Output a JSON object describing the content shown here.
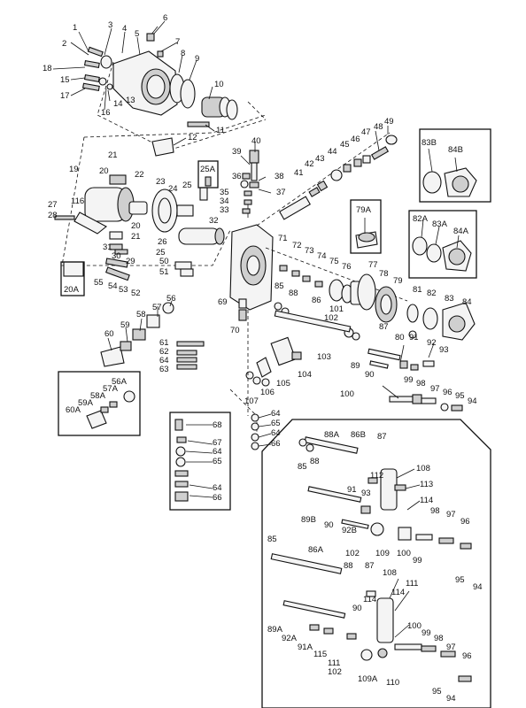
{
  "labels": {
    "l1": "1",
    "l2": "2",
    "l3": "3",
    "l4": "4",
    "l5": "5",
    "l6": "6",
    "l7": "7",
    "l8": "8",
    "l9": "9",
    "l10": "10",
    "l11": "11",
    "l12": "12",
    "l13": "13",
    "l14": "14",
    "l15": "15",
    "l16": "16",
    "l17": "17",
    "l18": "18",
    "l19": "19",
    "l20": "20",
    "l20b": "20",
    "l20A": "20A",
    "l21": "21",
    "l21b": "21",
    "l22": "22",
    "l23": "23",
    "l24": "24",
    "l25": "25",
    "l25b": "25",
    "l25A": "25A",
    "l26": "26",
    "l27": "27",
    "l28": "28",
    "l29": "29",
    "l30": "30",
    "l31": "31",
    "l32": "32",
    "l33": "33",
    "l34": "34",
    "l35": "35",
    "l36": "36",
    "l37": "37",
    "l38": "38",
    "l39": "39",
    "l40": "40",
    "l41": "41",
    "l42": "42",
    "l43": "43",
    "l44": "44",
    "l45": "45",
    "l46": "46",
    "l47": "47",
    "l48": "48",
    "l49": "49",
    "l50": "50",
    "l51": "51",
    "l52": "52",
    "l53": "53",
    "l54": "54",
    "l55": "55",
    "l56": "56",
    "l56A": "56A",
    "l57": "57",
    "l57A": "57A",
    "l58": "58",
    "l58A": "58A",
    "l59": "59",
    "l59A": "59A",
    "l60": "60",
    "l60A": "60A",
    "l61": "61",
    "l62": "62",
    "l63": "63",
    "l64a": "64",
    "l64b": "64",
    "l64c": "64",
    "l64d": "64",
    "l64e": "64",
    "l65a": "65",
    "l65b": "65",
    "l66a": "66",
    "l66b": "66",
    "l67": "67",
    "l68": "68",
    "l69": "69",
    "l70": "70",
    "l71": "71",
    "l72": "72",
    "l73": "73",
    "l74": "74",
    "l75": "75",
    "l76": "76",
    "l77": "77",
    "l78": "78",
    "l79": "79",
    "l79A": "79A",
    "l80": "80",
    "l81": "81",
    "l82": "82",
    "l82A": "82A",
    "l83": "83",
    "l83A": "83A",
    "l83B": "83B",
    "l84": "84",
    "l84A": "84A",
    "l84B": "84B",
    "l85a": "85",
    "l85b": "85",
    "l85c": "85",
    "l86": "86",
    "l86A": "86A",
    "l86B": "86B",
    "l87a": "87",
    "l87b": "87",
    "l87c": "87",
    "l88a": "88",
    "l88b": "88",
    "l88c": "88",
    "l88A": "88A",
    "l89": "89",
    "l89A": "89A",
    "l89B": "89B",
    "l90a": "90",
    "l90b": "90",
    "l90c": "90",
    "l91a": "91",
    "l91b": "91",
    "l91A": "91A",
    "l92": "92",
    "l92A": "92A",
    "l92B": "92B",
    "l93a": "93",
    "l93b": "93",
    "l94a": "94",
    "l94b": "94",
    "l94c": "94",
    "l95a": "95",
    "l95b": "95",
    "l95c": "95",
    "l96a": "96",
    "l96b": "96",
    "l96c": "96",
    "l97a": "97",
    "l97b": "97",
    "l97c": "97",
    "l98a": "98",
    "l98b": "98",
    "l98c": "98",
    "l99a": "99",
    "l99b": "99",
    "l99c": "99",
    "l100a": "100",
    "l100b": "100",
    "l100c": "100",
    "l101": "101",
    "l102a": "102",
    "l102b": "102",
    "l102c": "102",
    "l103": "103",
    "l104": "104",
    "l105": "105",
    "l106": "106",
    "l107": "107",
    "l108a": "108",
    "l108b": "108",
    "l109": "109",
    "l109A": "109A",
    "l110": "110",
    "l111a": "111",
    "l111b": "111",
    "l112": "112",
    "l113": "113",
    "l114a": "114",
    "l114b": "114",
    "l114c": "114",
    "l115": "115",
    "l116": "116"
  }
}
